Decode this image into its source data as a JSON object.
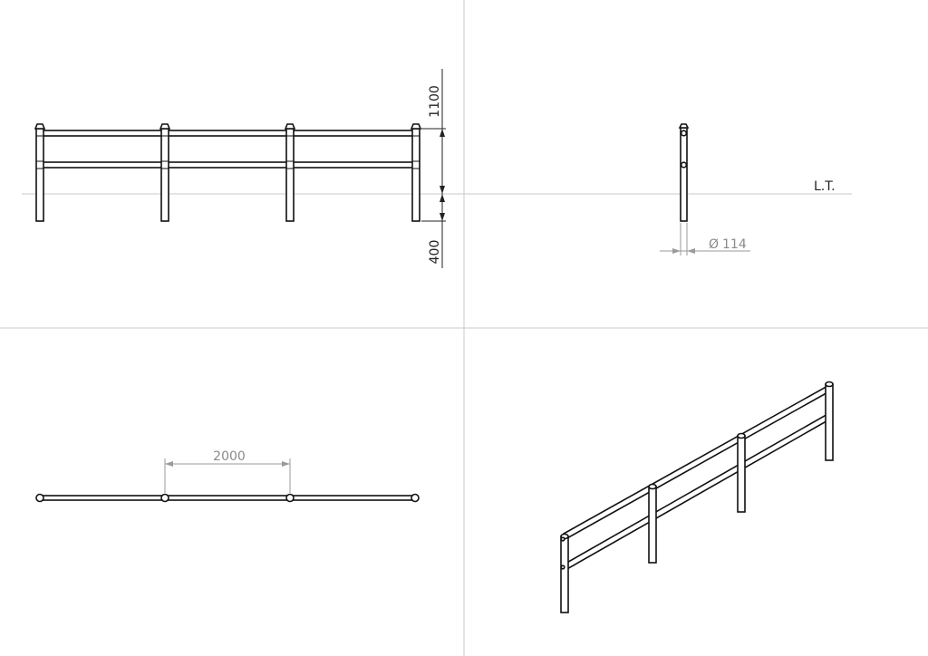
{
  "front_view": {
    "dim_height_above": "1100",
    "dim_depth_below": "400"
  },
  "side_view": {
    "ground_label": "L.T.",
    "dim_diameter_symbol": "Ø",
    "dim_diameter_value": "114"
  },
  "top_view": {
    "dim_spacing": "2000"
  },
  "colors": {
    "line": "#111111",
    "dimension": "#9a9a9a",
    "separator": "#c8c8c8"
  }
}
